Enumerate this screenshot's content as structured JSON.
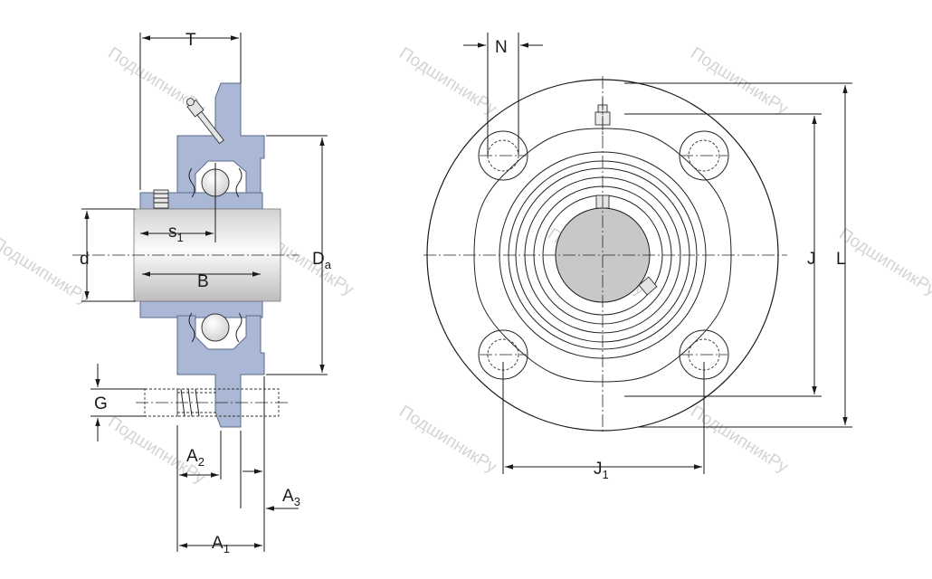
{
  "labels": {
    "T": "T",
    "s1": "s",
    "s1_sub": "1",
    "d": "d",
    "B": "B",
    "Da": "D",
    "Da_sub": "a",
    "G": "G",
    "A2": "A",
    "A2_sub": "2",
    "A3": "A",
    "A3_sub": "3",
    "A1": "A",
    "A1_sub": "1",
    "N": "N",
    "J": "J",
    "L": "L",
    "J1": "J",
    "J1_sub": "1"
  },
  "watermark": "ПодшипникРу",
  "colors": {
    "housing": "#aab8d6",
    "housing_stroke": "#5a6a8a",
    "shaft_light": "#f4f4f4",
    "shaft_dark": "#c8c8c8",
    "bore_fill": "#c8c8c8",
    "line": "#1a1a1a",
    "watermark": "#d4d4d4"
  }
}
